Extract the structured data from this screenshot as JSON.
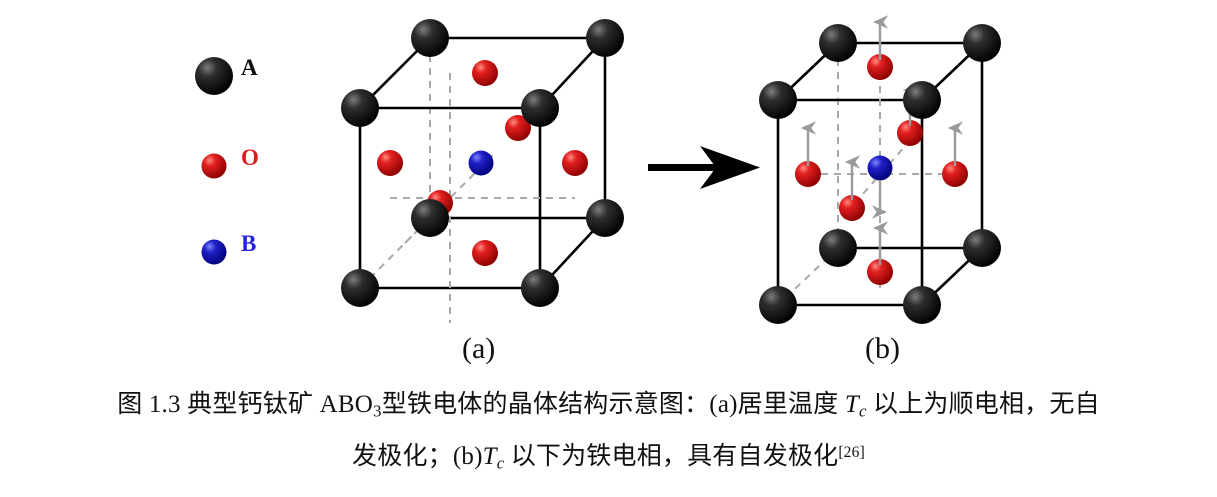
{
  "figure": {
    "legend": {
      "items": [
        {
          "symbol": "A",
          "color": "#0d0d0d",
          "atom_type": "A-site cation"
        },
        {
          "symbol": "O",
          "color": "#e01b1b",
          "atom_type": "oxygen"
        },
        {
          "symbol": "B",
          "color": "#2424dd",
          "atom_type": "B-site cation"
        }
      ]
    },
    "panels": [
      {
        "id": "a",
        "sublabel": "(a)",
        "phase": "cubic paraelectric",
        "atoms": {
          "A_corner": 8,
          "O_face": 6,
          "B_center": 1
        },
        "has_displacement_arrows": false
      },
      {
        "id": "b",
        "sublabel": "(b)",
        "phase": "tetragonal ferroelectric",
        "atoms": {
          "A_corner": 8,
          "O_face": 6,
          "B_center": 1
        },
        "has_displacement_arrows": true,
        "arrow_color": "#9a9a9a",
        "arrows": [
          {
            "atom": "O-top",
            "direction": "up"
          },
          {
            "atom": "O-bottom",
            "direction": "up"
          },
          {
            "atom": "O-left",
            "direction": "up"
          },
          {
            "atom": "O-right",
            "direction": "up"
          },
          {
            "atom": "O-front",
            "direction": "up"
          },
          {
            "atom": "O-back",
            "direction": "up"
          },
          {
            "atom": "B-center",
            "direction": "down"
          }
        ]
      }
    ],
    "transition_arrow": {
      "direction": "right",
      "color": "#000000"
    },
    "caption": {
      "line1_part1": "图 1.3  典型钙钛矿 ABO",
      "line1_sub": "3",
      "line1_part2": "型铁电体的晶体结构示意图：(a)居里温度 ",
      "line1_italic": "T",
      "line1_italic_sub": "c",
      "line1_part3": " 以上为顺电相，无自",
      "line2_part1": "发极化；(b)",
      "line2_italic": "T",
      "line2_italic_sub": "c",
      "line2_part2": " 以下为铁电相，具有自发极化",
      "line2_sup": "[26]"
    }
  }
}
